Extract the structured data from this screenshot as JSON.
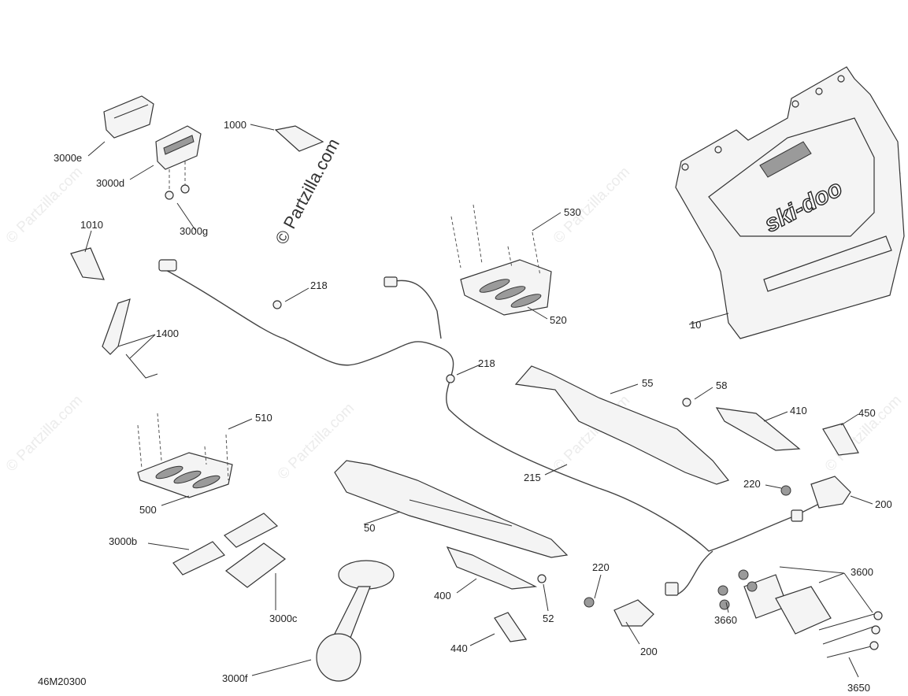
{
  "watermark": {
    "main": "© Partzilla.com",
    "tile": "© Partzilla.com"
  },
  "diagram_code": "46M20300",
  "callouts": {
    "c10": "10",
    "c50": "50",
    "c52": "52",
    "c55": "55",
    "c58": "58",
    "c200a": "200",
    "c200b": "200",
    "c215": "215",
    "c218a": "218",
    "c218b": "218",
    "c220a": "220",
    "c220b": "220",
    "c400": "400",
    "c410": "410",
    "c440": "440",
    "c450": "450",
    "c500": "500",
    "c510": "510",
    "c520": "520",
    "c530": "530",
    "c1000": "1000",
    "c1010": "1010",
    "c1400": "1400",
    "c3000b": "3000b",
    "c3000c": "3000c",
    "c3000d": "3000d",
    "c3000e": "3000e",
    "c3000f": "3000f",
    "c3000g": "3000g",
    "c3600": "3600",
    "c3650": "3650",
    "c3660": "3660"
  },
  "brand_logo": "ski-doo",
  "icons": [
    "flap-icon",
    "step-plate-icon",
    "taillight-icon",
    "hitch-icon",
    "horn-icon",
    "wire-harness-icon"
  ]
}
